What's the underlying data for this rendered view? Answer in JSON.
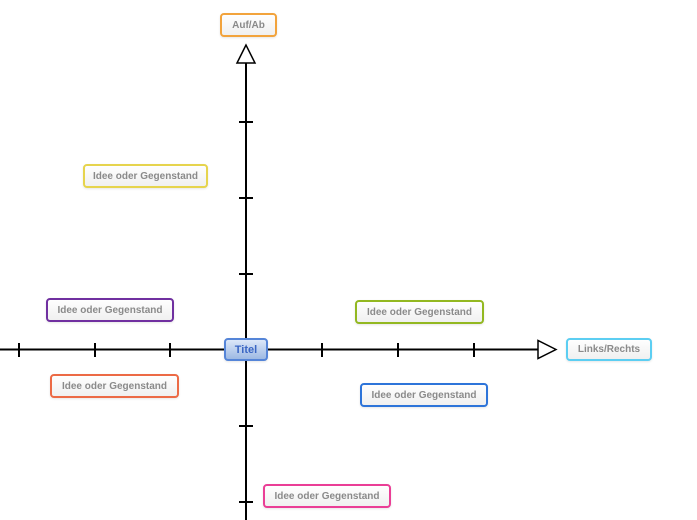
{
  "canvas": {
    "background_color": "#ffffff",
    "axis_color": "#000000"
  },
  "center_node": {
    "label": "Titel",
    "border_color": "#5585d8",
    "fill_color": "#a6c3ef",
    "text_color": "#3a66c4"
  },
  "axis_labels": {
    "top": {
      "label": "Auf/Ab",
      "border_color": "#f2a33c",
      "text_color": "#8a8a8a"
    },
    "right": {
      "label": "Links/Rechts",
      "border_color": "#5ccef2",
      "text_color": "#8a8a8a"
    }
  },
  "idea_nodes": [
    {
      "label": "Idee oder Gegenstand",
      "border_color": "#e6d44d",
      "text_color": "#8a8a8a"
    },
    {
      "label": "Idee oder Gegenstand",
      "border_color": "#7030a0",
      "text_color": "#8a8a8a"
    },
    {
      "label": "Idee oder Gegenstand",
      "border_color": "#ec6a45",
      "text_color": "#8a8a8a"
    },
    {
      "label": "Idee oder Gegenstand",
      "border_color": "#93b821",
      "text_color": "#8a8a8a"
    },
    {
      "label": "Idee oder Gegenstand",
      "border_color": "#2d74d9",
      "text_color": "#8a8a8a"
    },
    {
      "label": "Idee oder Gegenstand",
      "border_color": "#ea3e96",
      "text_color": "#8a8a8a"
    }
  ]
}
